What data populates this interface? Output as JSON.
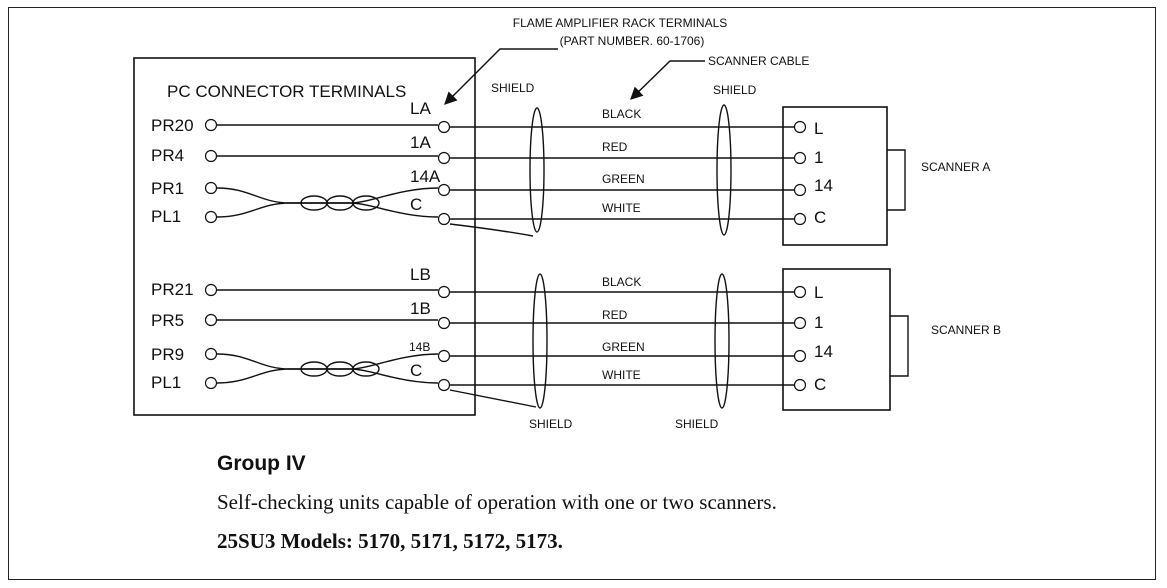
{
  "diagram": {
    "amp_rack_label_line1": "FLAME AMPLIFIER RACK TERMINALS",
    "amp_rack_label_line2": "(PART NUMBER. 60-1706)",
    "scanner_cable_label": "SCANNER CABLE",
    "pc_connector_title": "PC CONNECTOR TERMINALS",
    "shield_label": "SHIELD",
    "group_a": {
      "pc_terminals": [
        "PR20",
        "PR4",
        "PR1",
        "PL1"
      ],
      "rack_terminals": [
        "LA",
        "1A",
        "14A",
        "C"
      ],
      "wire_colors": [
        "BLACK",
        "RED",
        "GREEN",
        "WHITE"
      ],
      "scanner_terminals": [
        "L",
        "1",
        "14",
        "C"
      ],
      "scanner_name": "SCANNER A"
    },
    "group_b": {
      "pc_terminals": [
        "PR21",
        "PR5",
        "PR9",
        "PL1"
      ],
      "rack_terminals": [
        "LB",
        "1B",
        "14B",
        "C"
      ],
      "wire_colors": [
        "BLACK",
        "RED",
        "GREEN",
        "WHITE"
      ],
      "scanner_terminals": [
        "L",
        "1",
        "14",
        "C"
      ],
      "scanner_name": "SCANNER B"
    }
  },
  "caption": {
    "title": "Group IV",
    "description": "Self-checking units capable of operation with one or two scanners.",
    "models": "25SU3 Models: 5170, 5171, 5172, 5173."
  }
}
